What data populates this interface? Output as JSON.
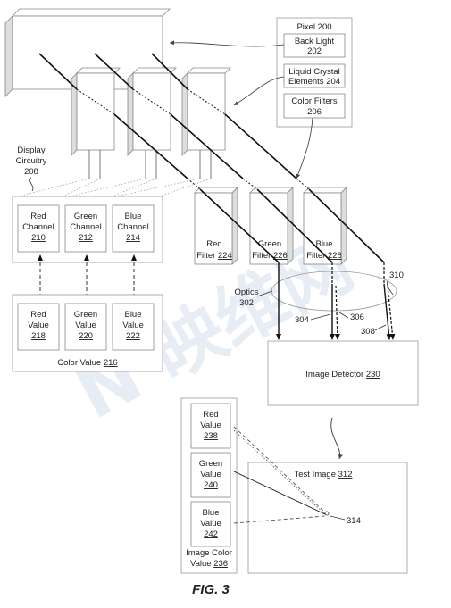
{
  "pixel": {
    "title": "Pixel 200",
    "backlight": [
      "Back Light",
      "202"
    ],
    "lc": [
      "Liquid Crystal",
      "Elements 204"
    ],
    "cf": [
      "Color Filters",
      "206"
    ]
  },
  "circuitry": [
    "Display",
    "Circuitry",
    "208"
  ],
  "channels": [
    {
      "l1": "Red",
      "l2": "Channel",
      "num": "210"
    },
    {
      "l1": "Green",
      "l2": "Channel",
      "num": "212"
    },
    {
      "l1": "Blue",
      "l2": "Channel",
      "num": "214"
    }
  ],
  "values": [
    {
      "l1": "Red",
      "l2": "Value",
      "num": "218"
    },
    {
      "l1": "Green",
      "l2": "Value",
      "num": "220"
    },
    {
      "l1": "Blue",
      "l2": "Value",
      "num": "222"
    }
  ],
  "color_value": {
    "text": "Color Value ",
    "num": "216"
  },
  "filters": [
    {
      "l1": "Red",
      "l2": "Filter ",
      "num": "224"
    },
    {
      "l1": "Green",
      "l2": "Filter ",
      "num": "226"
    },
    {
      "l1": "Blue",
      "l2": "Filter ",
      "num": "228"
    }
  ],
  "optics": [
    "Optics",
    "302"
  ],
  "refs": {
    "r310": "310",
    "r304": "304",
    "r306": "306",
    "r308": "308",
    "r314": "314"
  },
  "detector": {
    "text": "Image Detector ",
    "num": "230"
  },
  "test_image": {
    "text": "Test Image ",
    "num": "312"
  },
  "image_values": [
    {
      "l1": "Red",
      "l2": "Value",
      "num": "238"
    },
    {
      "l1": "Green",
      "l2": "Value",
      "num": "240"
    },
    {
      "l1": "Blue",
      "l2": "Value",
      "num": "242"
    }
  ],
  "image_color_value": [
    "Image Color",
    "Value ",
    "236"
  ],
  "figure": "FIG. 3",
  "watermark": "N 映维网"
}
